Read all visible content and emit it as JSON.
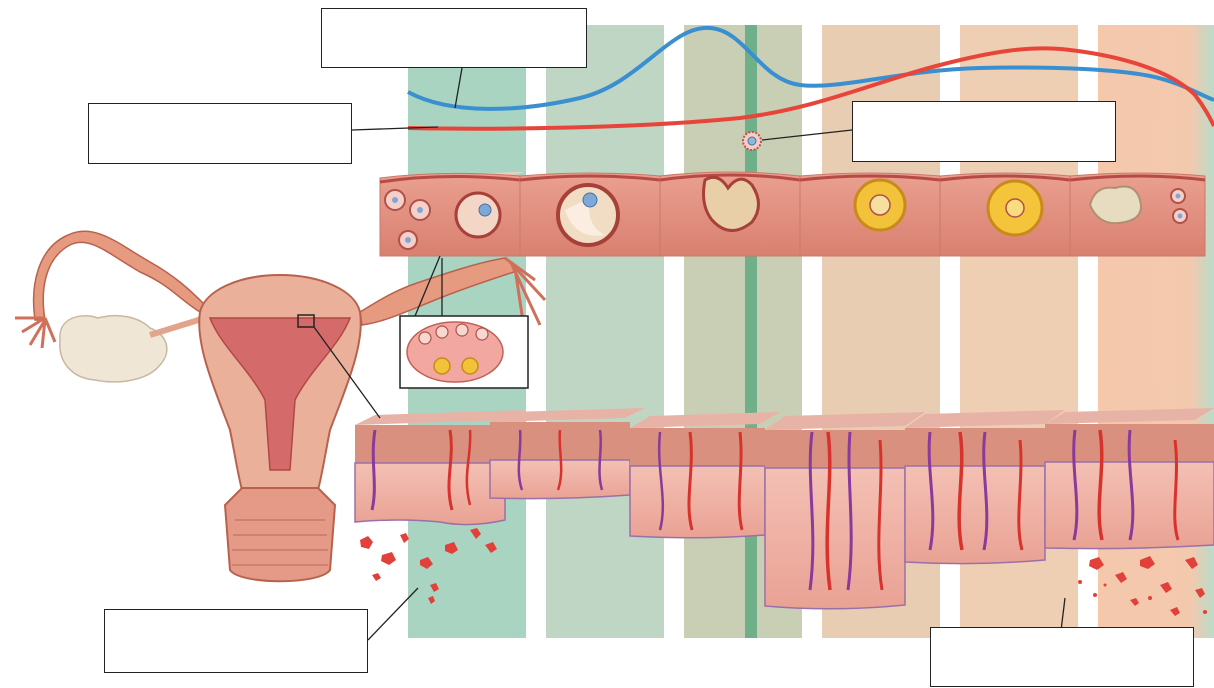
{
  "diagram": {
    "label_boxes": [
      {
        "id": "blank-label-1",
        "text": ""
      },
      {
        "id": "blank-label-2",
        "text": ""
      },
      {
        "id": "blank-label-3",
        "text": ""
      },
      {
        "id": "blank-label-4",
        "text": ""
      },
      {
        "id": "blank-label-5",
        "text": ""
      }
    ],
    "phase_band_colors": [
      "#a9d4c2",
      "#bfd6c4",
      "#c9cfb4",
      "#e9cdb2",
      "#eecfb4",
      "#f5cab0"
    ],
    "curve_colors": {
      "hormone_a": "#3a8fd0",
      "hormone_b": "#e8453a"
    },
    "tissue_colors": {
      "ovary_tissue": "#e79a8a",
      "endometrium": "#f0b0a4",
      "vessel": "#d8322c",
      "vein": "#8a3a9a",
      "corpus_luteum": "#f2c23a"
    }
  }
}
